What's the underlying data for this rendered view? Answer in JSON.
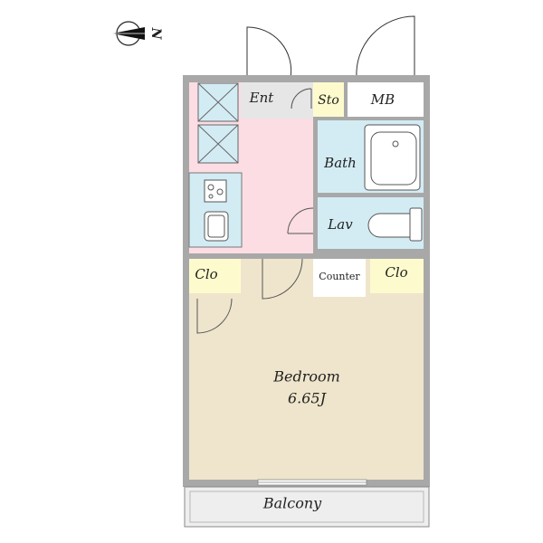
{
  "compass": {
    "label": "N",
    "icon": "compass-arrow-icon"
  },
  "rooms": {
    "entrance": "Ent",
    "storage": "Sto",
    "meter_box": "MB",
    "bath": "Bath",
    "lavatory": "Lav",
    "closet_left": "Clo",
    "counter": "Counter",
    "closet_right": "Clo",
    "bedroom": "Bedroom",
    "bedroom_size": "6.65J",
    "balcony": "Balcony"
  },
  "colors": {
    "bedroom": "#efe5cc",
    "kitchen_hall": "#fbdde3",
    "wet_area": "#d3ecf4",
    "closet": "#fdfbcd",
    "entrance_floor": "#e6e6e6",
    "wall": "#a8a8a8",
    "balcony": "#eeeeee"
  }
}
